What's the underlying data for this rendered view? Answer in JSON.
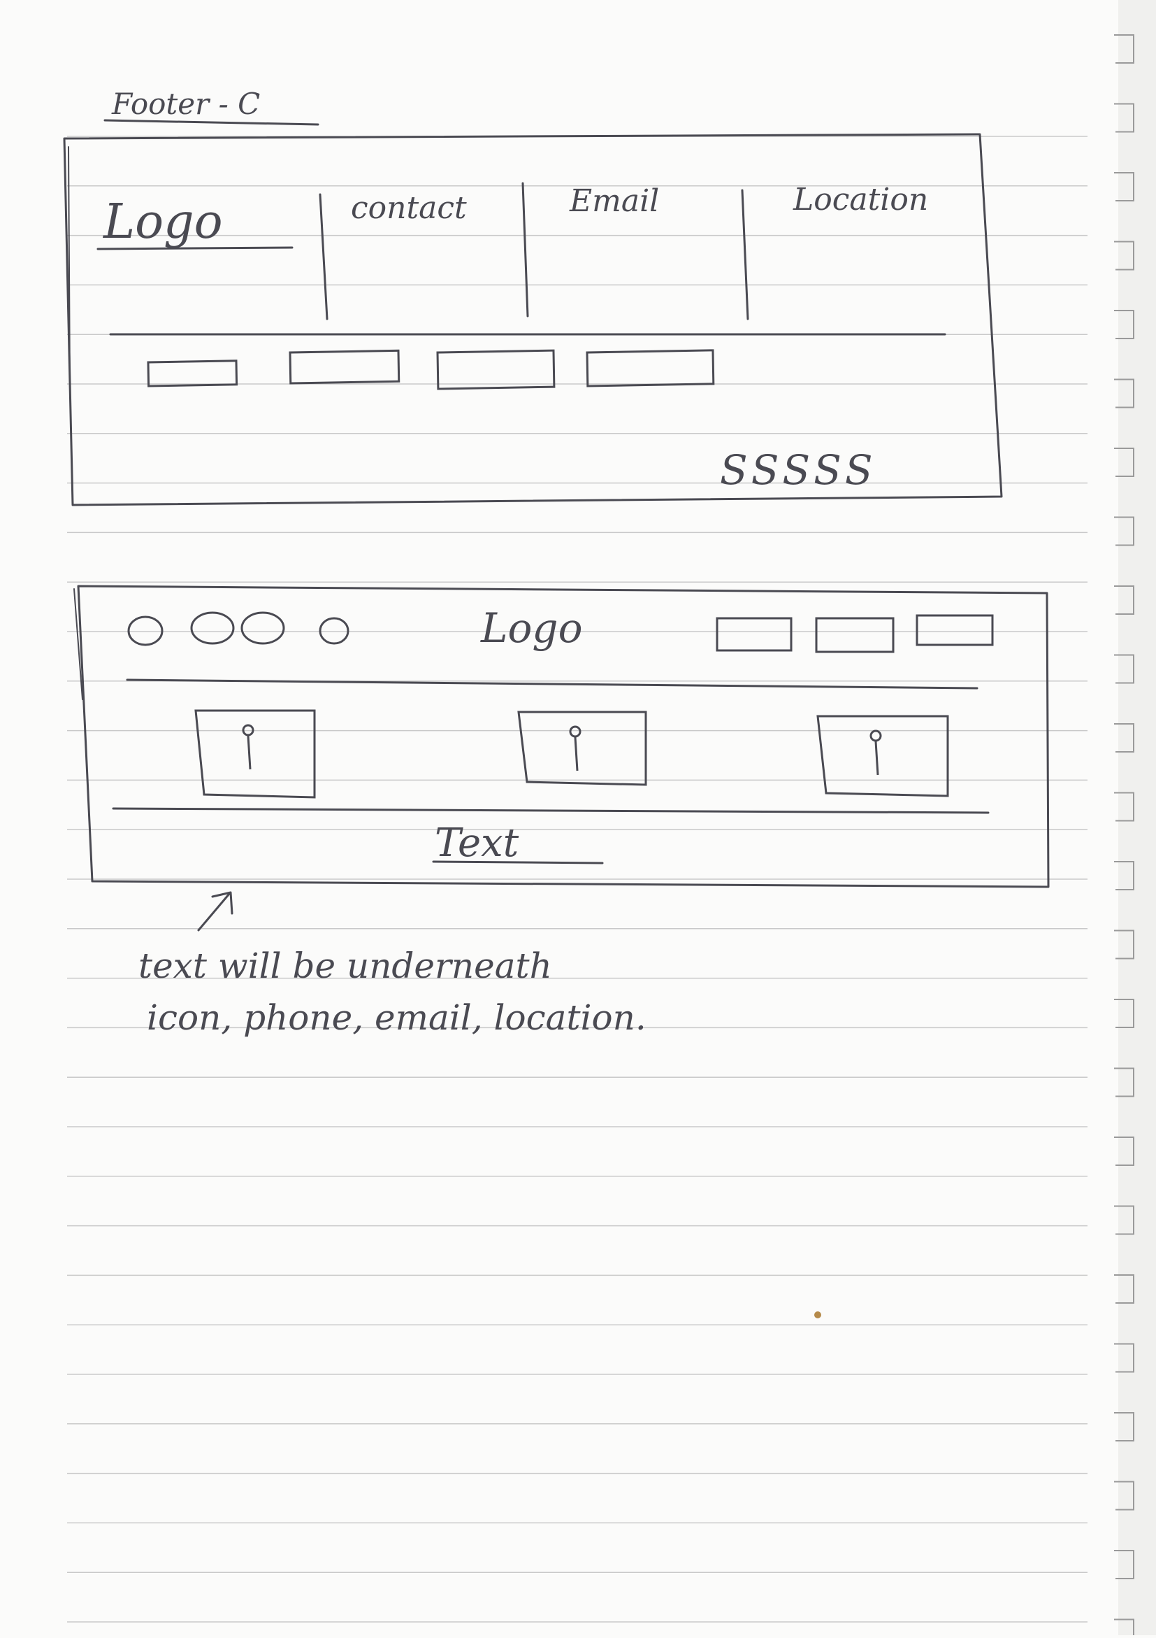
{
  "sketch": {
    "page_label": "Footer - C",
    "wireframe_1": {
      "logo": "Logo",
      "columns": [
        "contact",
        "Email",
        "Location"
      ],
      "nav_boxes": 4,
      "social_text": "SSSSS"
    },
    "wireframe_2": {
      "social_icons": 4,
      "logo": "Logo",
      "nav_boxes": 3,
      "info_icons": 3,
      "bottom_text": "Text"
    },
    "note": {
      "line1": "text will be underneath",
      "line2": "icon, phone, email, location."
    }
  },
  "colors": {
    "ink": "#4a4a52",
    "rule_line": "#c9c9c9",
    "paper": "#fbfbfa"
  }
}
